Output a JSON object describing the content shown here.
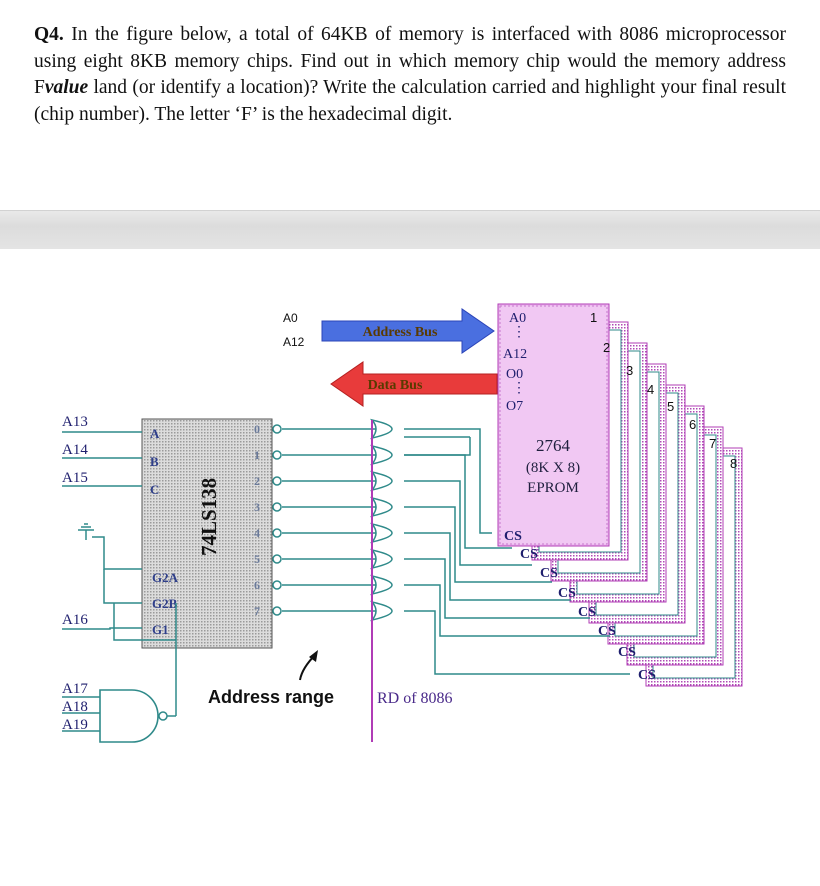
{
  "question": {
    "number": "Q4.",
    "text_a": " In the figure below, a total of 64KB of memory is interfaced with 8086 microprocessor using eight 8KB memory chips. Find out in which memory chip would the memory address F",
    "emphasis": "value",
    "text_b": " land (or identify a location)? Write the calculation carried and highlight your final result (chip number). The letter ‘F’ is the hexadecimal digit."
  },
  "diagram": {
    "addr_lo": "A0",
    "addr_hi": "A12",
    "address_bus": "Address Bus",
    "data_bus": "Data Bus",
    "decoder_name": "74LS138",
    "decoder_inputs": [
      "A",
      "B",
      "C"
    ],
    "decoder_enables": [
      "G2A",
      "G2B",
      "G1"
    ],
    "decoder_outputs": [
      "0",
      "1",
      "2",
      "3",
      "4",
      "5",
      "6",
      "7"
    ],
    "left_signals": [
      "A13",
      "A14",
      "A15"
    ],
    "a16": "A16",
    "and_inputs": [
      "A17",
      "A18",
      "A19"
    ],
    "chip_numbers": [
      "1",
      "2",
      "3",
      "4",
      "5",
      "6",
      "7",
      "8"
    ],
    "chip_select": "CS",
    "chip_model": "2764",
    "chip_size": "(8K X 8)",
    "chip_type": "EPROM",
    "chip_pins": [
      "A0",
      "A12",
      "O0",
      "O7"
    ],
    "address_range": "Address range",
    "rd_label": "RD of 8086",
    "colors": {
      "chip_fill": "#eebbf0",
      "chip_border": "#b03cb6",
      "address_bus": "#4a6fe0",
      "data_bus": "#e83b3b",
      "wire": "#2f8a8a",
      "decoder": "#c8c8c8"
    }
  }
}
